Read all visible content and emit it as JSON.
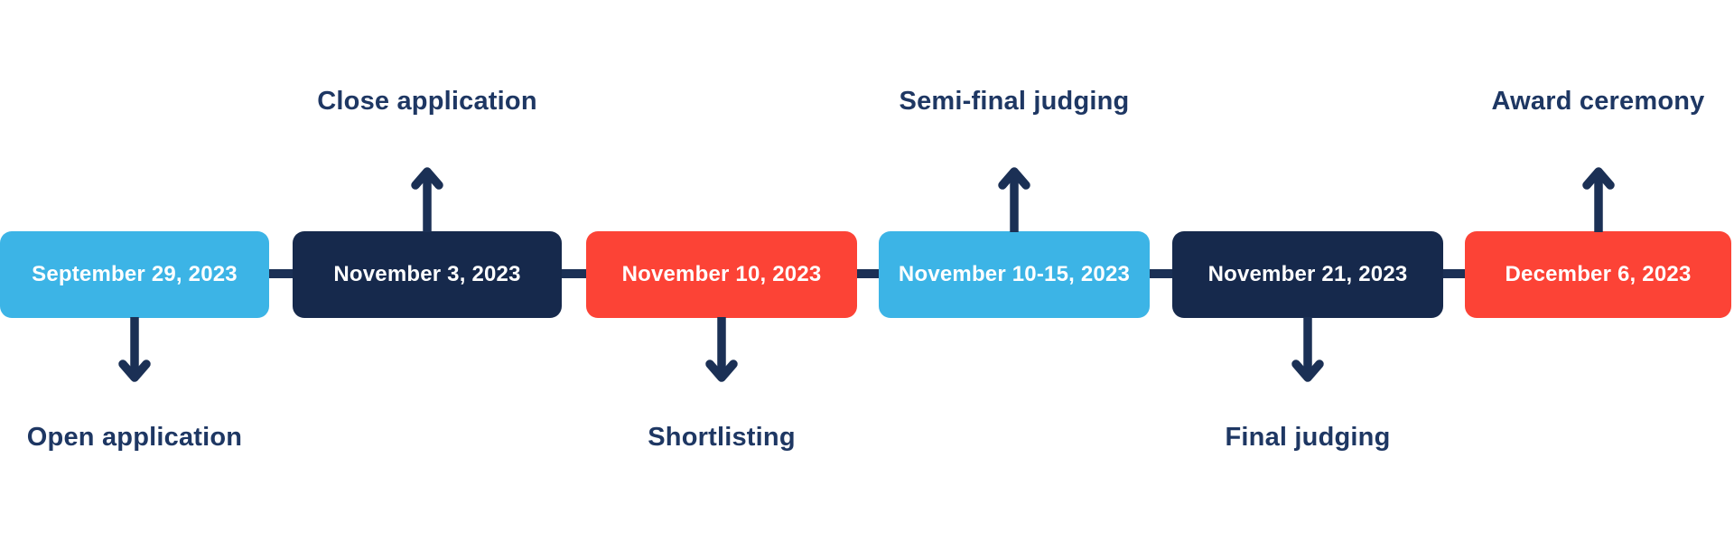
{
  "timeline": {
    "events": [
      {
        "date": "September 29, 2023",
        "label": "Open application",
        "label_position": "below",
        "color": "light_blue"
      },
      {
        "date": "November 3, 2023",
        "label": "Close application",
        "label_position": "above",
        "color": "navy"
      },
      {
        "date": "November 10, 2023",
        "label": "Shortlisting",
        "label_position": "below",
        "color": "red"
      },
      {
        "date": "November 10-15, 2023",
        "label": "Semi-final judging",
        "label_position": "above",
        "color": "light_blue"
      },
      {
        "date": "November 21, 2023",
        "label": "Final judging",
        "label_position": "below",
        "color": "navy"
      },
      {
        "date": "December 6, 2023",
        "label": "Award ceremony",
        "label_position": "above",
        "color": "red"
      }
    ],
    "colors": {
      "light_blue": "#3CB4E6",
      "navy": "#16294C",
      "red": "#FC4336",
      "line": "#1B3055",
      "label_text": "#1E3763",
      "date_text": "#FFFFFF",
      "background": "#FFFFFF"
    }
  }
}
